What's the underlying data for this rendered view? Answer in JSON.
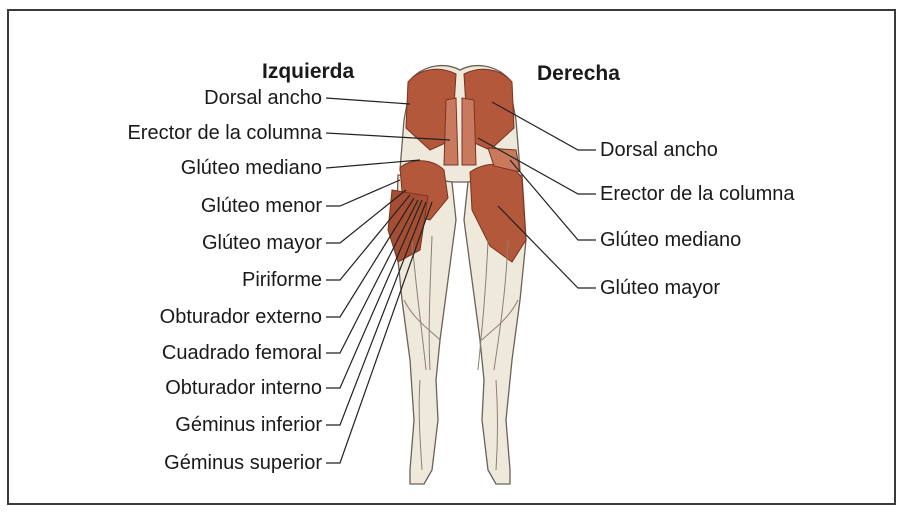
{
  "headings": {
    "left": "Izquierda",
    "right": "Derecha"
  },
  "labels_left": [
    "Dorsal ancho",
    "Erector de la columna",
    "Glúteo mediano",
    "Glúteo menor",
    "Glúteo mayor",
    "Piriforme",
    "Obturador externo",
    "Cuadrado femoral",
    "Obturador interno",
    "Géminus inferior",
    "Géminus superior"
  ],
  "labels_right": [
    "Dorsal ancho",
    "Erector de la columna",
    "Glúteo mediano",
    "Glúteo mayor"
  ],
  "colors": {
    "muscle": "#b4583c",
    "muscle_dark": "#8e3f28",
    "skin": "#efe9dc",
    "line": "#222222"
  }
}
